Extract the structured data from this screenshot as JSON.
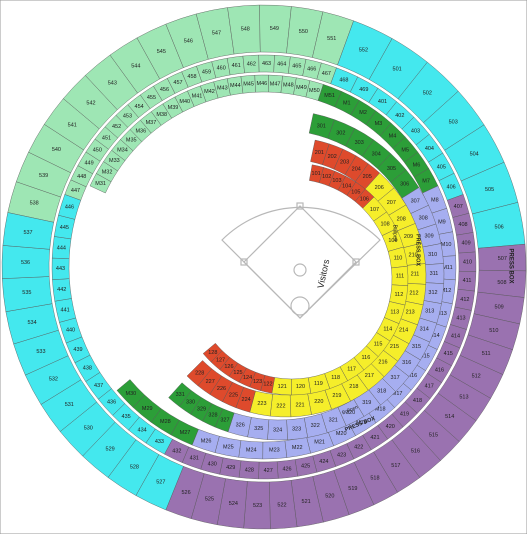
{
  "colors": {
    "green_light": "#9ee6b4",
    "cyan": "#44e8ee",
    "purple": "#9a72b0",
    "lavender": "#a6aef0",
    "yellow": "#f5ee2a",
    "red": "#de4a2c",
    "green_dark": "#2c9e38",
    "outline": "#555555"
  },
  "labels": {
    "visitors": "Visitors",
    "press_box_right": "PRESS BOX",
    "press_box_bottom": "PRESS BOX",
    "press_box_mid": "PRESS BOX",
    "bullpen_right": "Bullpen",
    "bullpen_bottom": "Bullpen"
  },
  "outer_ring": {
    "green_light": [
      "538",
      "539",
      "540",
      "541",
      "542",
      "543",
      "544",
      "545",
      "546",
      "547",
      "548",
      "549",
      "550",
      "551"
    ],
    "cyan_top_right": [
      "552",
      "501",
      "502",
      "503",
      "504",
      "505",
      "506"
    ],
    "purple": [
      "507",
      "508",
      "509",
      "510",
      "511",
      "512",
      "513",
      "514",
      "515",
      "516",
      "517",
      "518",
      "519",
      "520",
      "521",
      "522",
      "523",
      "524",
      "525",
      "526"
    ],
    "cyan_left": [
      "527",
      "528",
      "529",
      "530",
      "531",
      "532",
      "533",
      "534",
      "535",
      "536",
      "537"
    ]
  },
  "level_400": {
    "green_light": [
      "447",
      "448",
      "449",
      "450",
      "451",
      "452",
      "453",
      "454",
      "455",
      "456",
      "457",
      "458",
      "459",
      "460",
      "461",
      "462",
      "463",
      "464",
      "465",
      "466",
      "467"
    ],
    "cyan": [
      "468",
      "469",
      "401",
      "402",
      "403",
      "404",
      "405",
      "406",
      "433",
      "434",
      "435",
      "436",
      "437",
      "438",
      "439",
      "440",
      "441",
      "442",
      "443",
      "444",
      "445",
      "446"
    ],
    "purple": [
      "407",
      "408",
      "409",
      "410",
      "411",
      "412",
      "413",
      "414",
      "415",
      "416",
      "417",
      "418",
      "419",
      "420",
      "421",
      "422",
      "423",
      "424",
      "425",
      "426",
      "427",
      "428",
      "429",
      "430",
      "431",
      "432"
    ]
  },
  "level_m": {
    "green_light": [
      "M31",
      "M32",
      "M33",
      "M34",
      "M35",
      "M36",
      "M37",
      "M38",
      "M39",
      "M40",
      "M41",
      "M42",
      "M43",
      "M44",
      "M45",
      "M46",
      "M47",
      "M48",
      "M49",
      "M50"
    ],
    "green_dark": [
      "M51",
      "M1",
      "M2",
      "M3",
      "M4",
      "M5",
      "M6",
      "M7",
      "M27",
      "M28",
      "M29",
      "M30"
    ],
    "lavender": [
      "M8",
      "M9",
      "M10",
      "M11",
      "M12",
      "M13",
      "M14",
      "M15",
      "M16",
      "M17",
      "M18",
      "M19",
      "M20",
      "M21",
      "M22",
      "M23",
      "M24",
      "M25",
      "M26"
    ]
  },
  "level_300": {
    "green_dark": [
      "301",
      "302",
      "303",
      "304",
      "305",
      "306",
      "327",
      "328",
      "329",
      "330",
      "331"
    ],
    "lavender": [
      "307",
      "308",
      "309",
      "310",
      "311",
      "312",
      "313",
      "314",
      "315",
      "316",
      "317",
      "318",
      "319",
      "320",
      "321",
      "322",
      "323",
      "324",
      "325",
      "326"
    ]
  },
  "level_200": {
    "red": [
      "201",
      "202",
      "203",
      "204",
      "205",
      "224",
      "225",
      "226",
      "227",
      "228"
    ],
    "yellow": [
      "206",
      "207",
      "208",
      "209",
      "210",
      "211",
      "212",
      "213",
      "214",
      "215",
      "216",
      "217",
      "218",
      "219",
      "220",
      "221",
      "222",
      "223"
    ]
  },
  "level_100": {
    "red": [
      "101",
      "102",
      "103",
      "104",
      "105",
      "106",
      "122",
      "123",
      "124",
      "125",
      "126",
      "127",
      "128"
    ],
    "yellow": [
      "107",
      "108",
      "109",
      "110",
      "111",
      "112",
      "113",
      "114",
      "115",
      "116",
      "117",
      "118",
      "119",
      "120",
      "121"
    ]
  }
}
